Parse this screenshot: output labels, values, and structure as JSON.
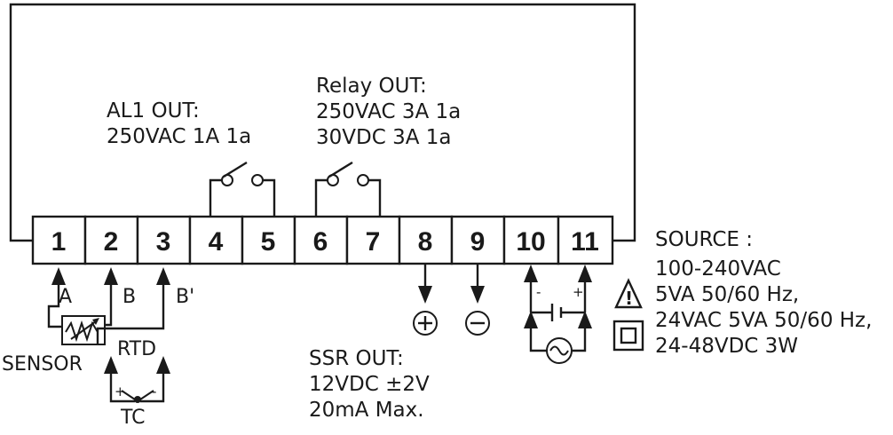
{
  "terminals": [
    "1",
    "2",
    "3",
    "4",
    "5",
    "6",
    "7",
    "8",
    "9",
    "10",
    "11"
  ],
  "al1": {
    "title": "AL1 OUT:",
    "rating": "250VAC 1A 1a"
  },
  "relay": {
    "title": "Relay OUT:",
    "rating1": "250VAC 3A 1a",
    "rating2": "30VDC 3A 1a"
  },
  "sensor": {
    "a": "A",
    "b": "B",
    "bp": "B'",
    "sensor_label": "SENSOR",
    "rtd_label": "RTD",
    "tc_label": "TC",
    "plus": "+",
    "minus": "-"
  },
  "ssr": {
    "title": "SSR OUT:",
    "line1": "12VDC ±2V",
    "line2": "20mA Max.",
    "plus": "+",
    "minus": "−"
  },
  "power": {
    "minus": "-",
    "plus": "+"
  },
  "source": {
    "title": "SOURCE :",
    "lines": [
      "100-240VAC",
      "5VA 50/60 Hz,",
      "24VAC 5VA 50/60 Hz,",
      "24-48VDC 3W"
    ]
  }
}
